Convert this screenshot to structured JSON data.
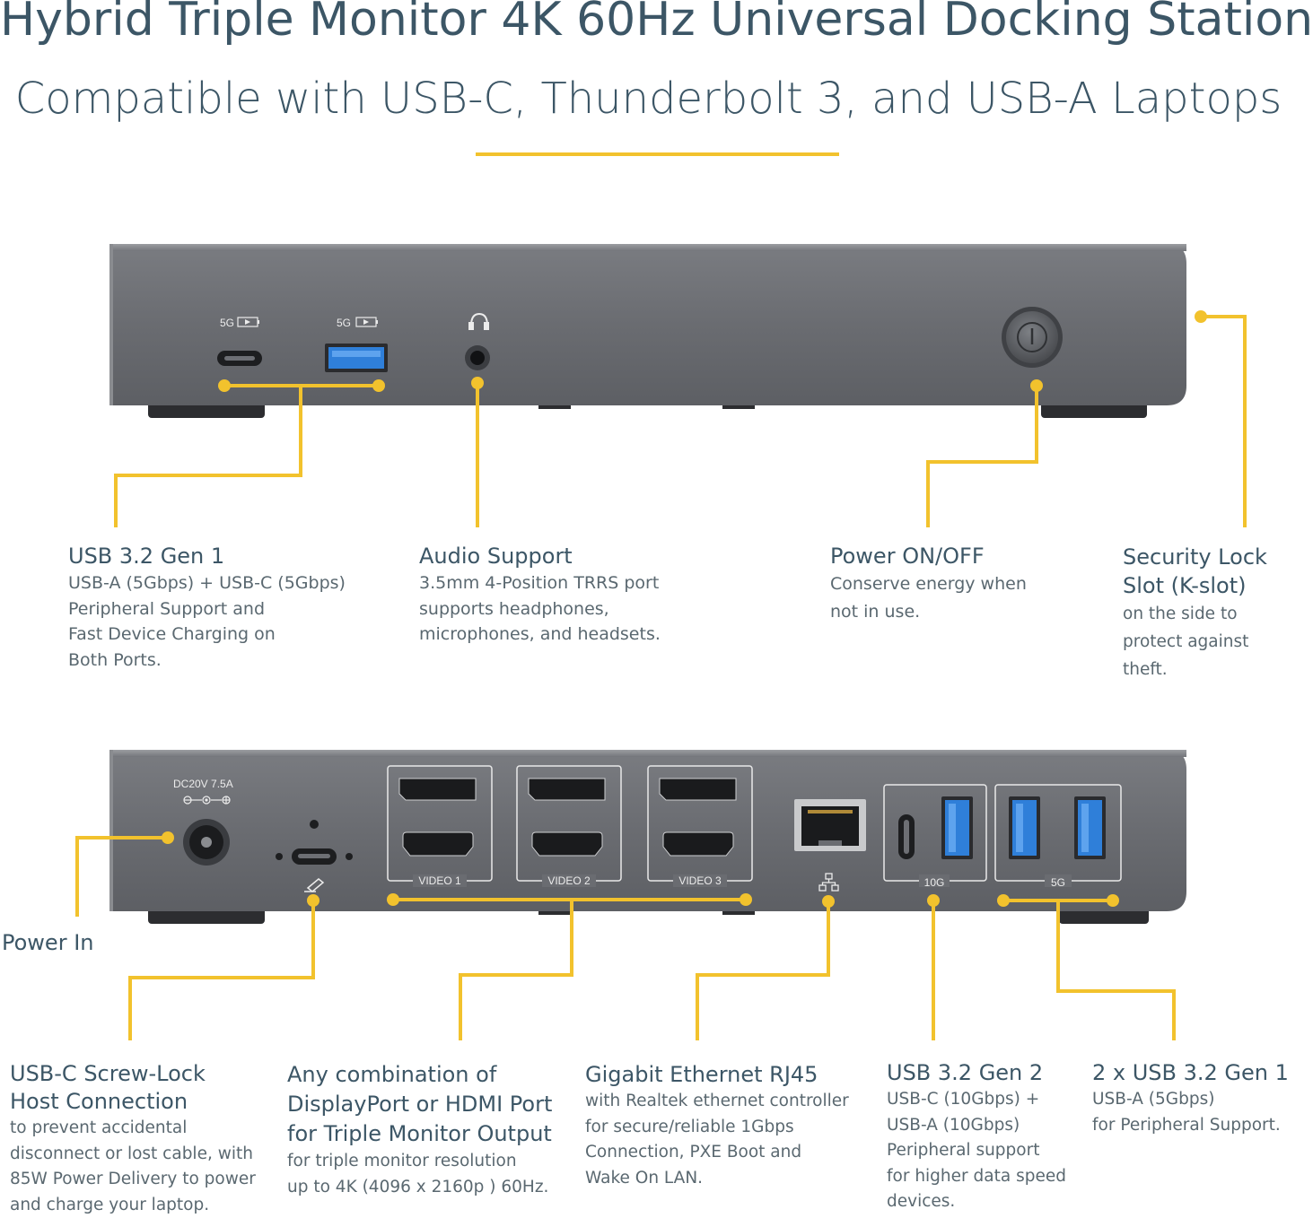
{
  "title": "Hybrid Triple Monitor 4K 60Hz Universal Docking Station",
  "subtitle": "Compatible with USB-C, Thunderbolt 3, and USB-A Laptops",
  "colors": {
    "accent": "#f2c22d",
    "device_body": "#6b6d72",
    "port_blue": "#2f7fd9",
    "text": "#3c5666"
  },
  "front_panel": {
    "port_labels": {
      "usb_c_speed": "5G",
      "usb_a_speed": "5G"
    },
    "icons": [
      "battery-charge-icon",
      "headset-icon",
      "power-icon"
    ]
  },
  "rear_panel": {
    "power_rating": "DC20V 7.5A",
    "video_labels": [
      "VIDEO 1",
      "VIDEO 2",
      "VIDEO 3"
    ],
    "usb_10g_label": "10G",
    "usb_5g_label": "5G",
    "icons": [
      "polarity-icon",
      "laptop-icon",
      "network-icon"
    ]
  },
  "callouts": {
    "usb_gen1_front": {
      "head": "USB 3.2 Gen 1",
      "body": [
        "USB-A (5Gbps) + USB-C (5Gbps)",
        "Peripheral Support and",
        "Fast Device Charging on",
        "Both Ports."
      ]
    },
    "audio": {
      "head": "Audio Support",
      "body": [
        "3.5mm 4-Position TRRS port",
        "supports headphones,",
        "microphones, and headsets."
      ]
    },
    "power_switch": {
      "head": "Power ON/OFF",
      "body": [
        "Conserve energy when",
        "not in use."
      ]
    },
    "security": {
      "head": [
        "Security Lock",
        "Slot (K-slot)"
      ],
      "body": [
        "on the side to",
        "protect against theft."
      ]
    },
    "power_in": {
      "head": "Power In"
    },
    "usbc_host": {
      "head": [
        "USB-C Screw-Lock",
        "Host Connection"
      ],
      "body": [
        "to prevent accidental",
        "disconnect or lost cable, with",
        "85W Power Delivery to power",
        "and charge your laptop."
      ]
    },
    "video": {
      "head": [
        "Any combination of",
        "DisplayPort or HDMI Port",
        "for Triple Monitor Output"
      ],
      "body": [
        "for triple monitor resolution",
        "up to 4K (4096 x  2160p ) 60Hz."
      ]
    },
    "ethernet": {
      "head": "Gigabit Ethernet RJ45",
      "body": [
        "with Realtek ethernet controller",
        "for secure/reliable 1Gbps",
        "Connection, PXE Boot and",
        "Wake On LAN."
      ]
    },
    "usb_gen2": {
      "head": "USB 3.2 Gen 2",
      "body": [
        "USB-C (10Gbps) +",
        "USB-A (10Gbps)",
        "Peripheral support",
        "for higher data speed",
        "devices."
      ]
    },
    "usb_gen1_rear": {
      "head": "2 x USB 3.2 Gen 1",
      "body": [
        "USB-A (5Gbps)",
        "for Peripheral Support."
      ]
    }
  }
}
